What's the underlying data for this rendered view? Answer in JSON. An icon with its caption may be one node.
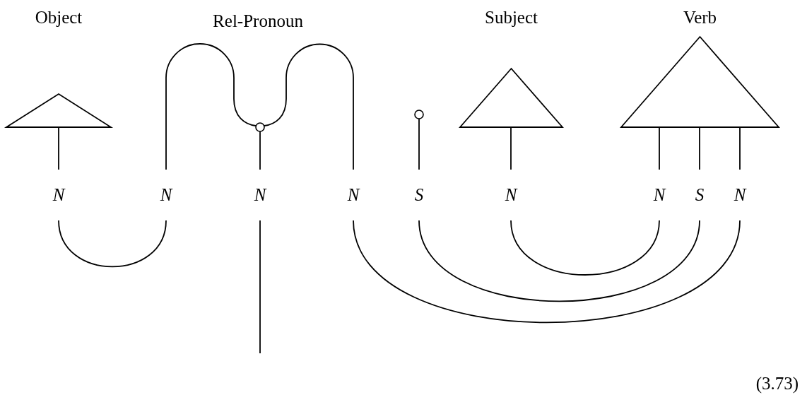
{
  "diagram": {
    "nodes": [
      {
        "text": [
          "Object"
        ]
      },
      {
        "text": [],
        "shape": "circle"
      },
      {
        "text": [],
        "shape": "circle"
      },
      {
        "text": [
          "Subject"
        ]
      },
      {
        "text": [
          "Verb"
        ]
      },
      {
        "text": [
          "N"
        ]
      },
      {
        "text": [
          "N"
        ]
      },
      {
        "text": [
          "N"
        ]
      },
      {
        "text": [
          "N"
        ]
      },
      {
        "text": [
          "S"
        ]
      },
      {
        "text": [
          "N"
        ]
      },
      {
        "text": [
          "N"
        ]
      },
      {
        "text": [
          "S"
        ]
      },
      {
        "text": [
          "N"
        ]
      }
    ],
    "edges": [
      {
        "from": 0,
        "to": 5,
        "arrow": "none"
      },
      {
        "from": 1,
        "to": 6,
        "arrow": "none"
      },
      {
        "from": 1,
        "to": 7,
        "arrow": "none"
      },
      {
        "from": 1,
        "to": 8,
        "arrow": "none"
      },
      {
        "from": 2,
        "to": 9,
        "arrow": "none"
      },
      {
        "from": 3,
        "to": 10,
        "arrow": "none"
      },
      {
        "from": 4,
        "to": 11,
        "arrow": "none"
      },
      {
        "from": 4,
        "to": 12,
        "arrow": "none"
      },
      {
        "from": 4,
        "to": 13,
        "arrow": "none"
      },
      {
        "from": 5,
        "to": 6,
        "arrow": "none"
      },
      {
        "from": 7,
        "to": null,
        "arrow": "none"
      },
      {
        "from": 10,
        "to": 11,
        "arrow": "none"
      },
      {
        "from": 9,
        "to": 12,
        "arrow": "none"
      },
      {
        "from": 8,
        "to": 13,
        "arrow": "none"
      }
    ],
    "labels": [
      "Rel-Pronoun",
      "(3.73)"
    ]
  }
}
